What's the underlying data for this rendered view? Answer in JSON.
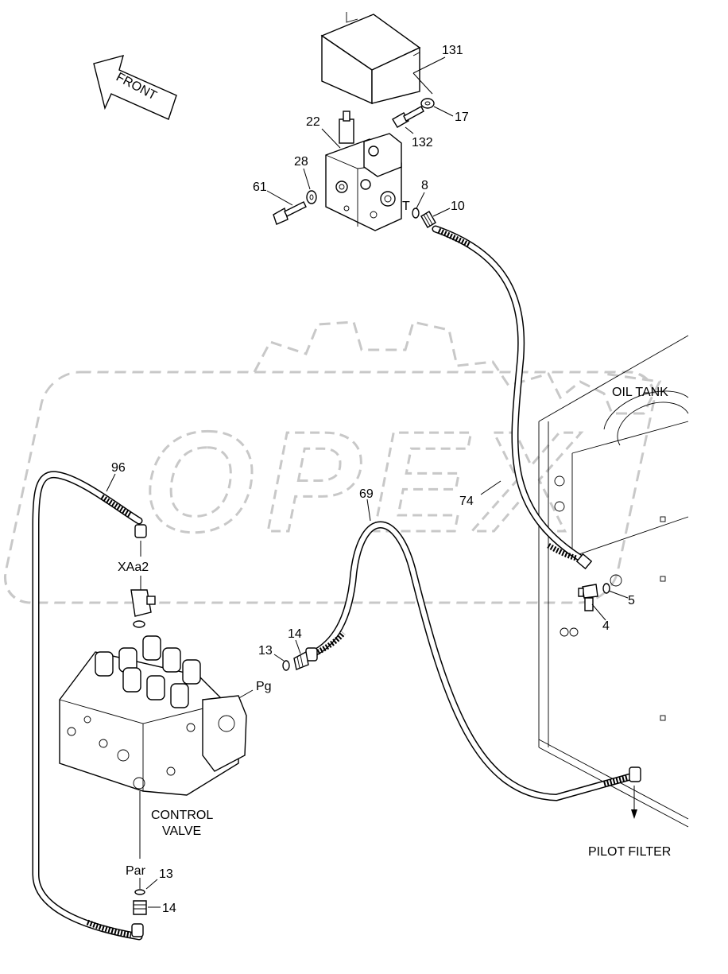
{
  "watermark": {
    "text": "OPEX"
  },
  "direction": {
    "text": "FRONT"
  },
  "components": {
    "oil_tank": "OIL TANK",
    "control_valve_line1": "CONTROL",
    "control_valve_line2": "VALVE",
    "pilot_filter": "PILOT FILTER"
  },
  "ports": {
    "xaa2": "XAa2",
    "pg": "Pg",
    "par": "Par",
    "t": "T"
  },
  "callouts": {
    "c131": "131",
    "c17": "17",
    "c132": "132",
    "c22": "22",
    "c28": "28",
    "c61": "61",
    "c8": "8",
    "c10": "10",
    "c74": "74",
    "c96": "96",
    "c69": "69",
    "c5": "5",
    "c4": "4",
    "c14a": "14",
    "c13a": "13",
    "c13b": "13",
    "c14b": "14"
  }
}
